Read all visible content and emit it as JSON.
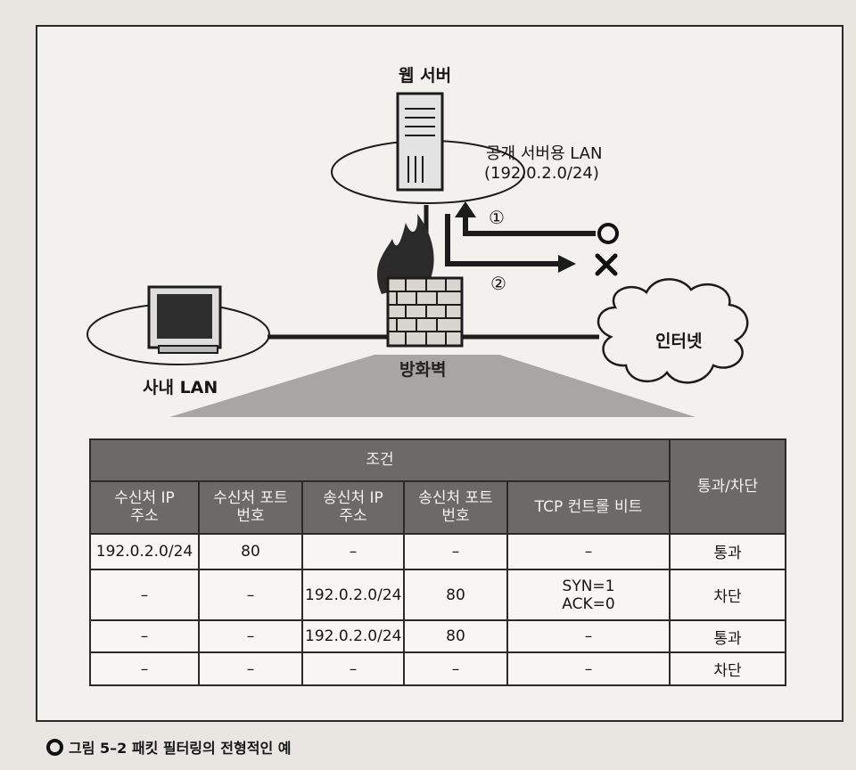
{
  "diagram": {
    "web_server_label": "웹 서버",
    "public_lan_label": "공개 서버용 LAN",
    "public_lan_subnet": "(192.0.2.0/24)",
    "arrow1_marker": "①",
    "arrow2_marker": "②",
    "pass_symbol": "○",
    "block_symbol": "×",
    "internal_lan_label": "사내 LAN",
    "internet_label": "인터넷",
    "firewall_label": "방화벽"
  },
  "table": {
    "group_header": "조건",
    "result_header": "통과/차단",
    "columns": [
      "수신처 IP\n주소",
      "수신처 포트\n번호",
      "송신처 IP\n주소",
      "송신처 포트\n번호",
      "TCP 컨트롤 비트"
    ],
    "rows": [
      {
        "cells": [
          "192.0.2.0/24",
          "80",
          "–",
          "–",
          "–"
        ],
        "result": "통과"
      },
      {
        "cells": [
          "–",
          "–",
          "192.0.2.0/24",
          "80",
          "SYN=1\nACK=0"
        ],
        "result": "차단"
      },
      {
        "cells": [
          "–",
          "–",
          "192.0.2.0/24",
          "80",
          "–"
        ],
        "result": "통과"
      },
      {
        "cells": [
          "–",
          "–",
          "–",
          "–",
          "–"
        ],
        "result": "차단"
      }
    ]
  },
  "caption": "그림 5–2 패킷 필터링의 전형적인 예",
  "colors": {
    "header_bg": "#6c6a66",
    "shadow": "#8f8c88",
    "line": "#1c1c1c"
  }
}
